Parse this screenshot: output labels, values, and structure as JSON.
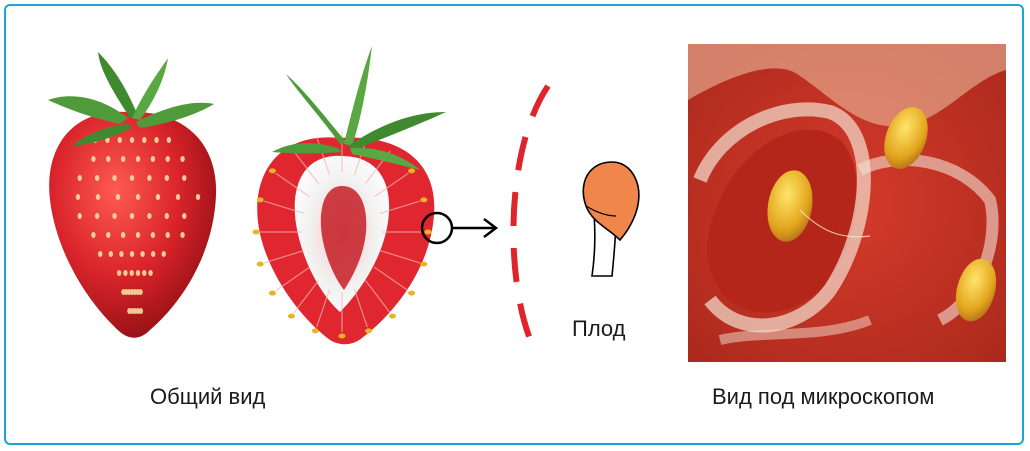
{
  "captions": {
    "general_view": "Общий вид",
    "microscope_view": "Вид под микроскопом",
    "fruit": "Плод"
  },
  "colors": {
    "frame_border": "#1aa5d8",
    "strawberry_red": "#d8232a",
    "leaf_green": "#4f9a3a",
    "achene_yellow": "#e8b422",
    "fruit_orange": "#f0864a",
    "dashed_red": "#e0242c"
  },
  "icons": {
    "whole": "whole-strawberry-illustration",
    "cut": "cut-strawberry-illustration",
    "zoom": "zoom-circle-arrow-icon",
    "fruit": "achene-fruit-diagram",
    "micro": "microscope-photo"
  }
}
